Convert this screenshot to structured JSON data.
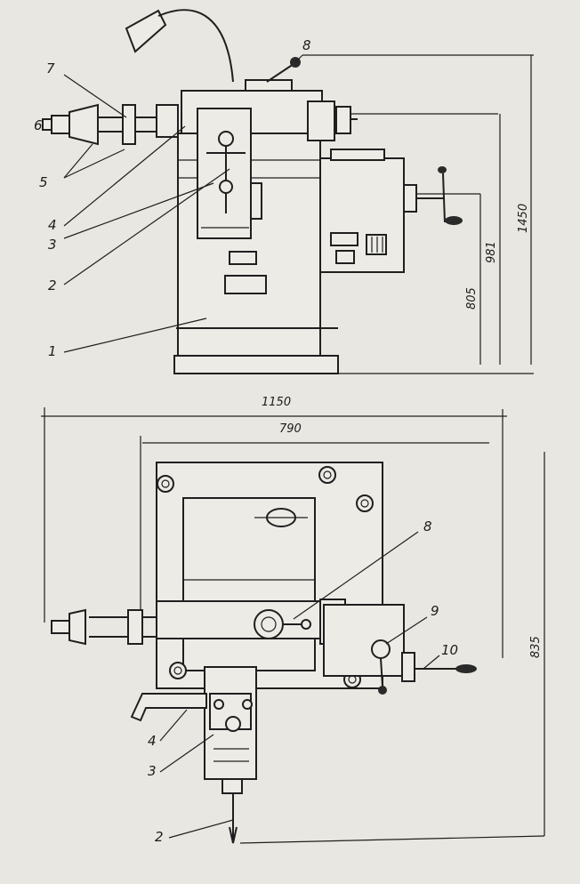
{
  "labels": {
    "top": {
      "l1": "1",
      "l2": "2",
      "l3": "3",
      "l4": "4",
      "l5": "5",
      "l6": "6",
      "l7": "7",
      "l8": "8"
    },
    "bottom": {
      "l2": "2",
      "l3": "3",
      "l4": "4",
      "l8": "8",
      "l9": "9",
      "l10": "10"
    }
  },
  "dimensions": {
    "d1450": "1450",
    "d981": "981",
    "d805": "805",
    "d1150": "1150",
    "d790": "790",
    "d835": "835"
  }
}
